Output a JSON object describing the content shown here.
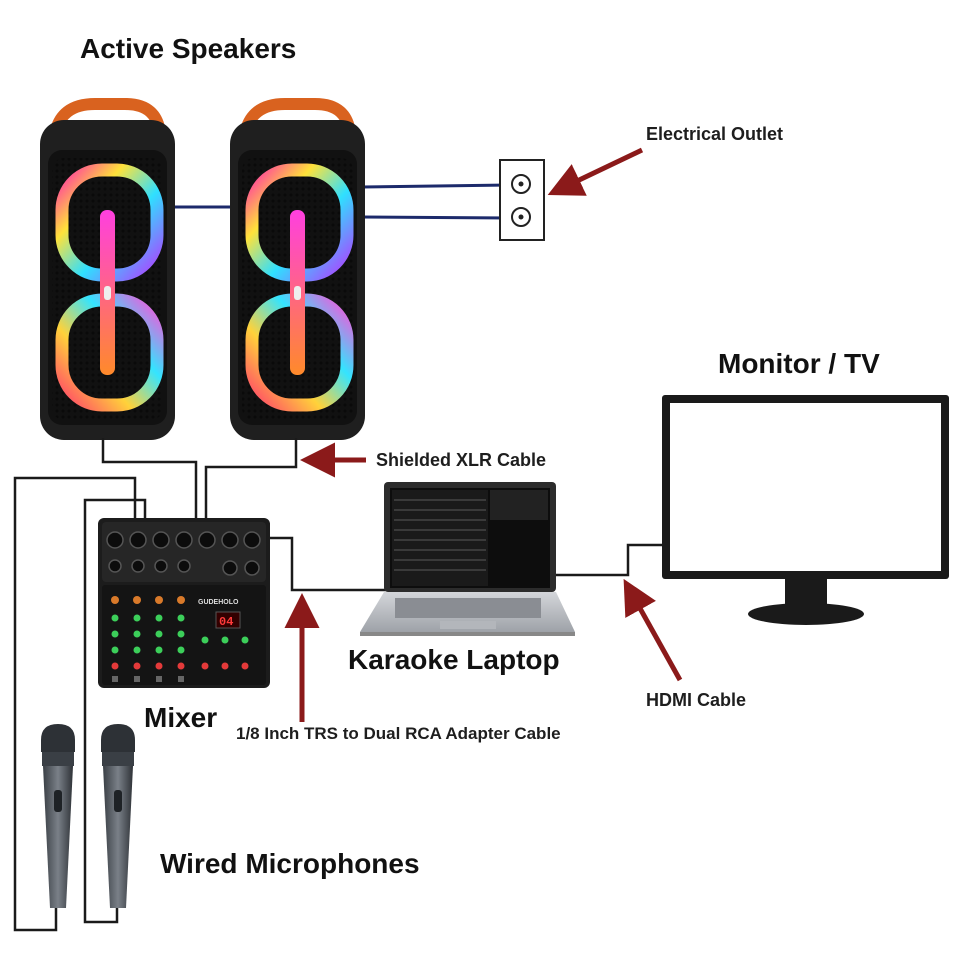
{
  "labels": {
    "active_speakers": "Active Speakers",
    "electrical_outlet": "Electrical Outlet",
    "monitor_tv": "Monitor / TV",
    "shielded_xlr_cable": "Shielded XLR Cable",
    "karaoke_laptop": "Karaoke Laptop",
    "mixer": "Mixer",
    "hdmi_cable": "HDMI Cable",
    "trs_rca_cable": "1/8 Inch TRS to Dual RCA Adapter Cable",
    "wired_microphones": "Wired Microphones"
  },
  "mixer_brand": "GUDEHOLO",
  "mixer_display": "04",
  "colors": {
    "arrow": "#8b1a1a",
    "cable": "#1a1a1a",
    "power_cable": "#1c2a6b",
    "speaker_body": "#1f1f1f",
    "speaker_handle": "#d9621f"
  }
}
